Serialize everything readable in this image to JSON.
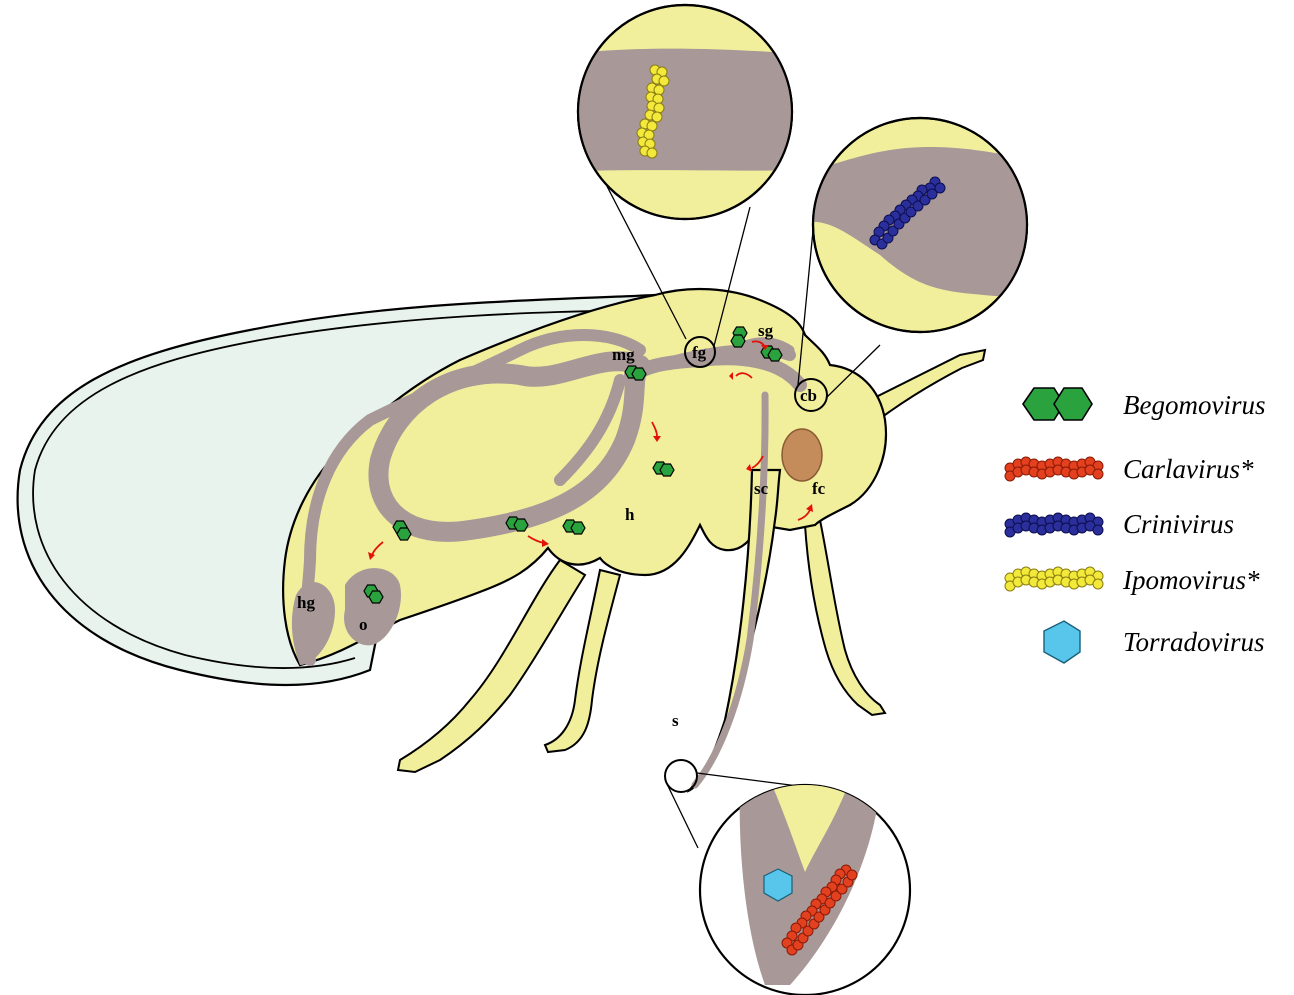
{
  "anatomy_labels": {
    "mg": "mg",
    "fg": "fg",
    "sg": "sg",
    "cb": "cb",
    "sc": "sc",
    "fc": "fc",
    "h": "h",
    "hg": "hg",
    "o": "o",
    "s": "s"
  },
  "legend": [
    {
      "id": "begomovirus",
      "label": "Begomovirus",
      "color": "#2aa33f",
      "icon": "twin-hexagon-icon"
    },
    {
      "id": "carlavirus",
      "label": "Carlavirus*",
      "color": "#e3401f",
      "icon": "filament-icon"
    },
    {
      "id": "crinivirus",
      "label": "Crinivirus",
      "color": "#2a2f9b",
      "icon": "filament-icon"
    },
    {
      "id": "ipomovirus",
      "label": "Ipomovirus*",
      "color": "#f2e93a",
      "icon": "filament-icon"
    },
    {
      "id": "torradovirus",
      "label": "Torradovirus",
      "color": "#57c6ea",
      "icon": "hexagon-icon"
    }
  ],
  "colors": {
    "body": "#f2ef9c",
    "gut": "#a89898",
    "wing": "#e9f3ee",
    "filter_chamber": "#c48c5a",
    "arrow": "#e2120a"
  }
}
